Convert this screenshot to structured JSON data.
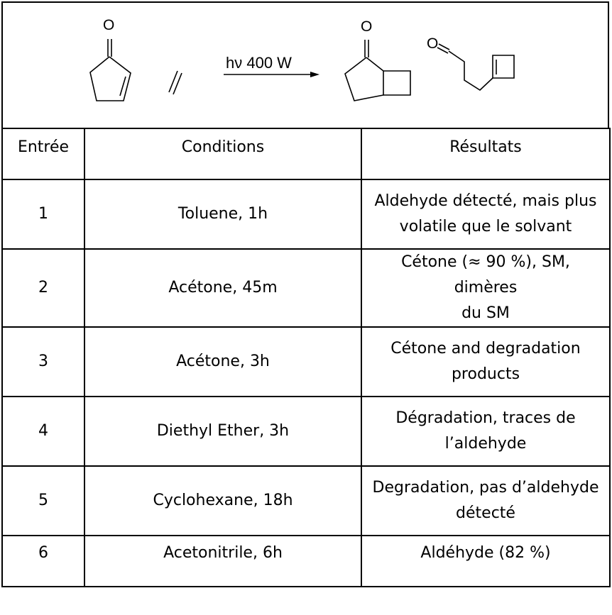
{
  "scheme": {
    "starting_material": {
      "label_atom": "O"
    },
    "arrow": {
      "label": "hν 400 W"
    },
    "product_ketone": {
      "label_atom": "O"
    },
    "product_aldehyde": {
      "label_atom": "O"
    }
  },
  "table": {
    "headers": [
      "Entrée",
      "Conditions",
      "Résultats"
    ],
    "rows": [
      {
        "entry": "1",
        "conditions": "Toluene, 1h",
        "results_line1": "Aldehyde détecté, mais plus",
        "results_line2": "volatile que le solvant"
      },
      {
        "entry": "2",
        "conditions": "Acétone, 45m",
        "results_line1": "Cétone (≈ 90 %), SM, dimères",
        "results_line2": "du SM"
      },
      {
        "entry": "3",
        "conditions": "Acétone, 3h",
        "results_line1": "Cétone and degradation",
        "results_line2": "products"
      },
      {
        "entry": "4",
        "conditions": "Diethyl Ether, 3h",
        "results_line1": "Dégradation, traces de",
        "results_line2": "l’aldehyde"
      },
      {
        "entry": "5",
        "conditions": "Cyclohexane, 18h",
        "results_line1": "Degradation, pas d’aldehyde",
        "results_line2": "détecté"
      },
      {
        "entry": "6",
        "conditions": "Acetonitrile, 6h",
        "results_line1": "Aldéhyde (82 %)",
        "results_line2": ""
      }
    ]
  }
}
